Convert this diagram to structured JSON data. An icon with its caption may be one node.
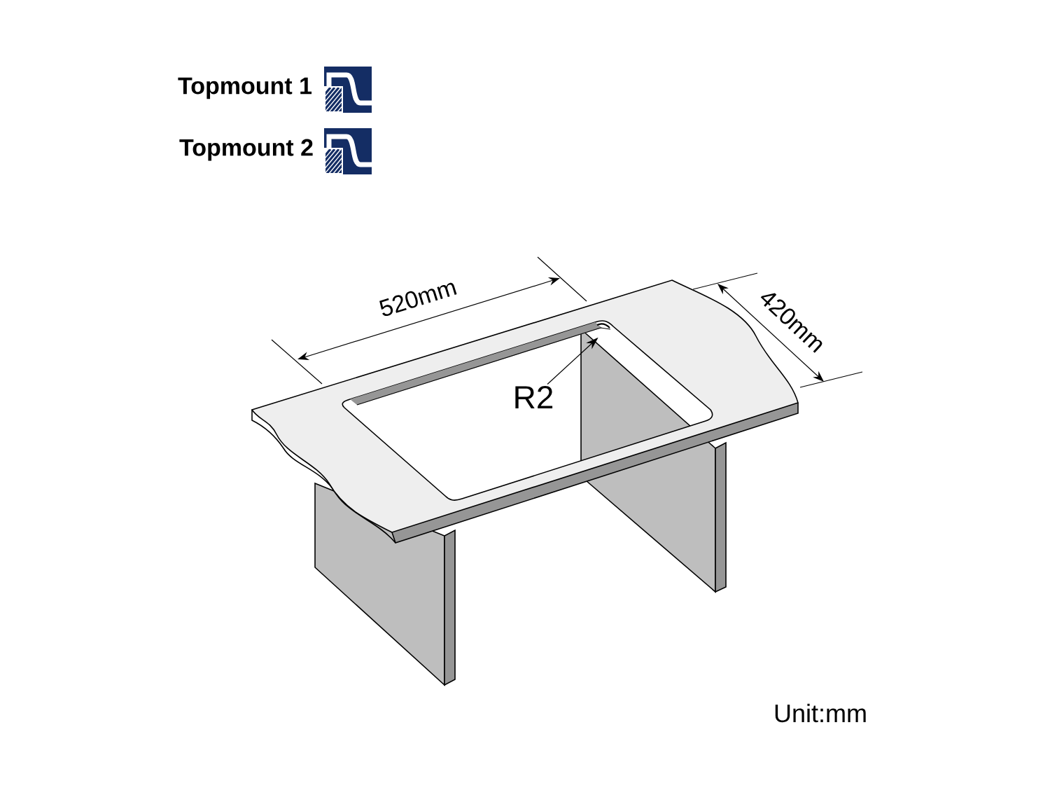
{
  "diagram": {
    "nodes": [
      {
        "text": [
          "R2"
        ]
      },
      {
        "text": [],
        "shape": "corner"
      }
    ],
    "edges": [
      {
        "from": 0,
        "to": 1,
        "arrow": "to"
      }
    ],
    "labels": [
      "Topmount 1",
      "Topmount 2",
      "520mm",
      "420mm",
      "Unit:mm"
    ]
  }
}
